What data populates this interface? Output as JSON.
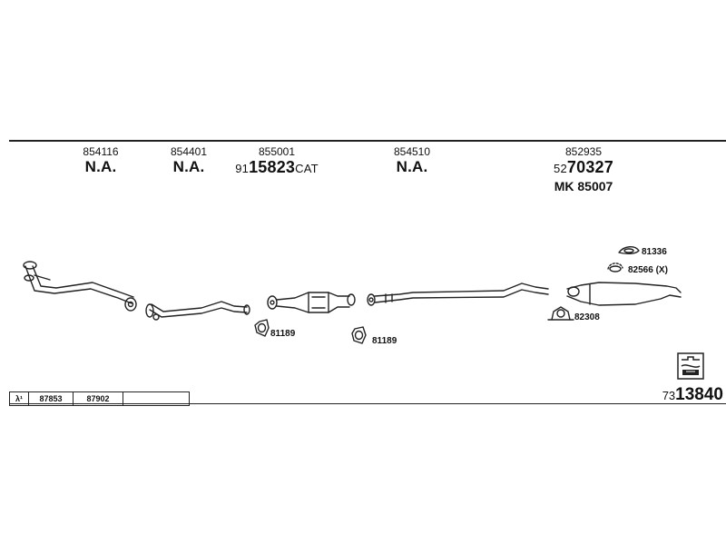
{
  "columns": [
    {
      "part": "854116",
      "main": "N.A."
    },
    {
      "part": "854401",
      "main": "N.A."
    },
    {
      "part": "855001",
      "main_prefix": "91",
      "main_bold": "15823",
      "main_suffix": "CAT"
    },
    {
      "part": "854510",
      "main": "N.A."
    },
    {
      "part": "852935",
      "main_prefix": "52",
      "main_bold": "70327",
      "sub": "MK 85007"
    }
  ],
  "labels": {
    "gasket_1": "81189",
    "gasket_2": "81189",
    "hanger_1": "81336",
    "hanger_2": "82566 (X)",
    "clamp": "82308"
  },
  "table": {
    "c1": "λ¹",
    "c2": "87853",
    "c3": "87902",
    "c4": ""
  },
  "reference": {
    "prefix": "73",
    "bold": "13840"
  },
  "icons": {
    "logo": "exhaust-logo-icon"
  }
}
